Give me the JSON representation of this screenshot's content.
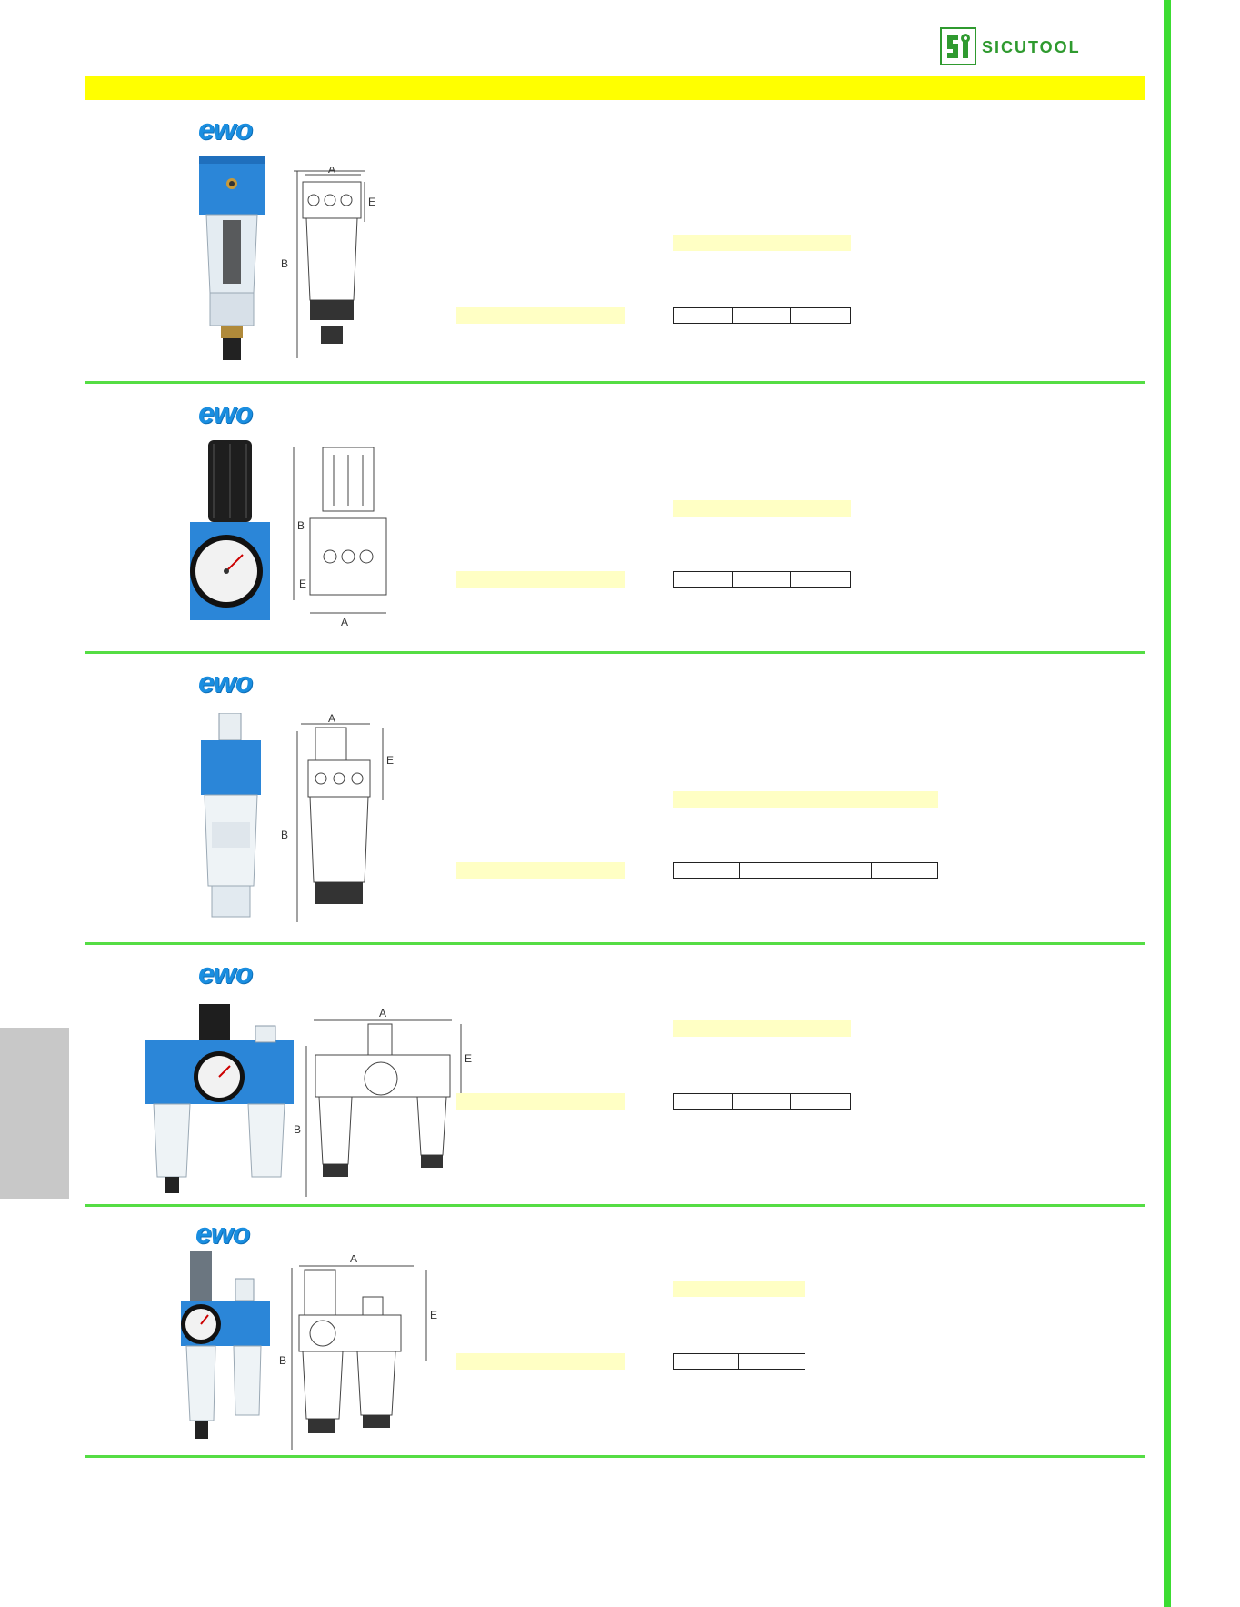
{
  "header": {
    "logo_text": "SICUTOOL",
    "logo_mark_icon": "sicutool-wrench-logo-icon",
    "band_color": "#ffff00",
    "rule_color": "#3cdc32"
  },
  "products": [
    {
      "brand": "ewo",
      "product": "filter",
      "dimension_labels": [
        "A",
        "E",
        "B"
      ],
      "table_cells": 3
    },
    {
      "brand": "ewo",
      "product": "pressure-regulator",
      "dimension_labels": [
        "B",
        "E",
        "A"
      ],
      "table_cells": 3
    },
    {
      "brand": "ewo",
      "product": "lubricator",
      "dimension_labels": [
        "A",
        "E",
        "B"
      ],
      "table_cells": 4
    },
    {
      "brand": "ewo",
      "product": "filter-regulator-lubricator-unit",
      "dimension_labels": [
        "A",
        "E",
        "B"
      ],
      "table_cells": 3
    },
    {
      "brand": "ewo",
      "product": "filter-regulator-lubricator-compact-unit",
      "dimension_labels": [
        "A",
        "E",
        "B"
      ],
      "table_cells": 2
    }
  ]
}
